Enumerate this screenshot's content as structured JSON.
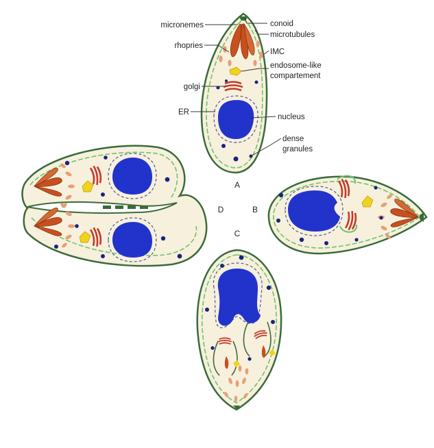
{
  "diagram": {
    "labels": {
      "micronemes": "micronemes",
      "conoid": "conoid",
      "microtubules": "microtubules",
      "rhopries": "rhopries",
      "imc": "IMC",
      "endosome_1": "endosome-like",
      "endosome_2": "compartement",
      "golgi": "golgi",
      "er": "ER",
      "nucleus": "nucleus",
      "dense_1": "dense",
      "dense_2": "granules"
    },
    "panels": {
      "a": "A",
      "b": "B",
      "c": "C",
      "d": "D"
    },
    "colors": {
      "cytoplasm": "#f7f0dc",
      "membrane": "#3a6b3a",
      "imc": "#6cc36c",
      "nucleus": "#2233cc",
      "rhoptry": "#c8501f",
      "microneme": "#e6a074",
      "golgi": "#c43a2a",
      "endosome": "#f2d21b",
      "granule": "#1a237e"
    }
  }
}
